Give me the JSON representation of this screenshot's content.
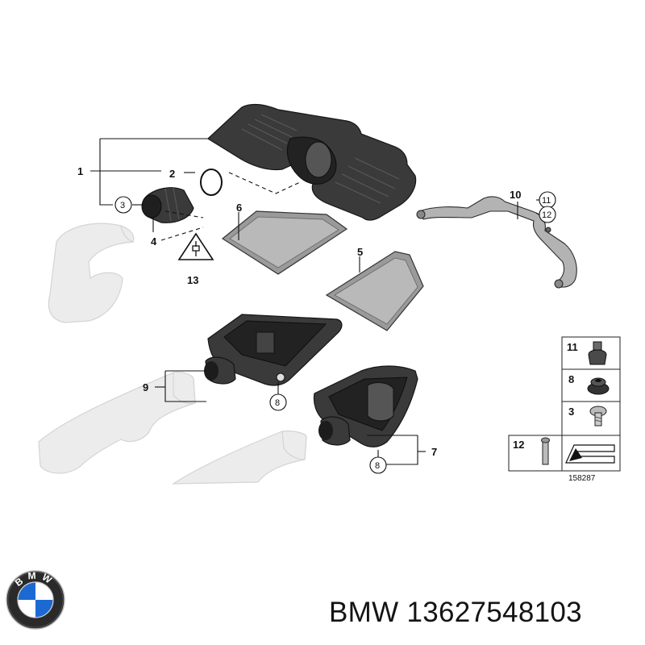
{
  "callouts": {
    "c1": "1",
    "c2": "2",
    "c3": "3",
    "c4": "4",
    "c5": "5",
    "c6": "6",
    "c7": "7",
    "c8a": "8",
    "c8b": "8",
    "c9": "9",
    "c10": "10",
    "c11": "11",
    "c12": "12",
    "c13": "13"
  },
  "legend": {
    "row1": "11",
    "row2": "8",
    "row3": "3",
    "row4": "12"
  },
  "diagram_id": "158287",
  "brand": {
    "logo_letters": "BMW",
    "text": "BMW 13627548103"
  },
  "colors": {
    "part_dark": "#3a3a3a",
    "filter_grey": "#9a9a9a",
    "ghost_pipe": "#ececec",
    "logo_blue": "#1c69d4"
  }
}
